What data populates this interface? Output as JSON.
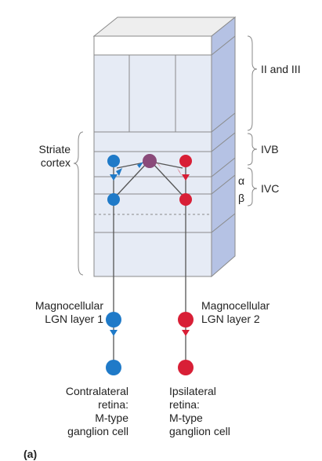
{
  "colors": {
    "front_face": "#e6ebf5",
    "side_face": "#b5c2e4",
    "top_face": "#eeeeee",
    "top_band": "#ffffff",
    "line": "#8a8a8a",
    "contralateral": "#1f7ac8",
    "ipsilateral": "#d81f36",
    "binocular": "#8a4a7a",
    "axon": "#555555"
  },
  "layers": {
    "ii_iii": "II and III",
    "ivb": "IVB",
    "ivc": "IVC",
    "alpha": "α",
    "beta": "β"
  },
  "left_label": {
    "line1": "Striate",
    "line2": "cortex"
  },
  "lgn": {
    "left_line1": "Magnocellular",
    "left_line2": "LGN layer 1",
    "right_line1": "Magnocellular",
    "right_line2": "LGN layer 2"
  },
  "retina": {
    "left_lines": [
      "Contralateral",
      "retina:",
      "M-type",
      "ganglion cell"
    ],
    "right_lines": [
      "Ipsilateral",
      "retina:",
      "M-type",
      "ganglion cell"
    ]
  },
  "panel_label": "(a)"
}
